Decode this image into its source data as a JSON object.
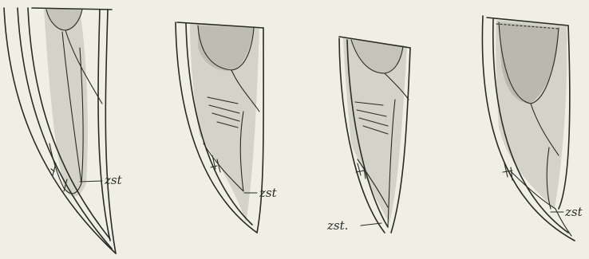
{
  "figure": {
    "labels": {
      "fig1": "zst",
      "fig2": "zst",
      "fig3": "zst.",
      "fig4": "zst"
    },
    "colors": {
      "background": "#efefe6",
      "ink": "#2a2a26",
      "shade_light": "#d3d3ca",
      "shade_dark": "#b9b9af"
    }
  }
}
